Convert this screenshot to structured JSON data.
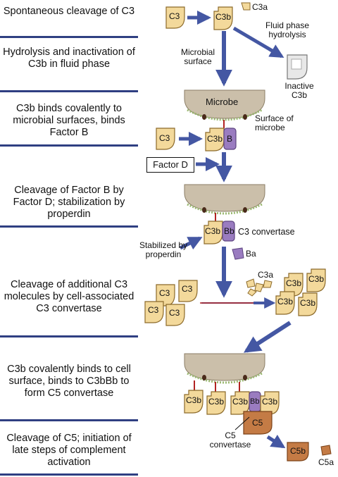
{
  "steps": [
    "Spontaneous cleavage of C3",
    "Hydrolysis and inactivation of C3b in fluid phase",
    "C3b binds covalently to microbial surfaces, binds Factor B",
    "Cleavage of Factor B by Factor D; stabilization by properdin",
    "Cleavage of additional C3 molecules by cell-associated C3 convertase",
    "C3b covalently binds to cell surface, binds to C3bBb to form C5 convertase",
    "Cleavage of C5; initiation of late steps of complement activation"
  ],
  "labels": {
    "c3": "C3",
    "c3b": "C3b",
    "c3a": "C3a",
    "b": "B",
    "bb": "Bb",
    "ba": "Ba",
    "c5": "C5",
    "c5b": "C5b",
    "c5a": "C5a",
    "fluid_phase": "Fluid phase hydrolysis",
    "microbial_surface": "Microbial surface",
    "inactive": "Inactive C3b",
    "microbe": "Microbe",
    "surface_of_microbe": "Surface of microbe",
    "factor_d": "Factor D",
    "c3_convertase": "C3 convertase",
    "stabilized": "Stabilized by properdin",
    "c5_convertase": "C5 convertase"
  },
  "colors": {
    "arrow": "#4457a3",
    "c3_fill": "#f3d99b",
    "c3_stroke": "#8c6a2a",
    "factor_b": "#9a7cc0",
    "c5_fill": "#c47b45",
    "microbe": "#cbbfaa",
    "divider": "#2f3f82"
  }
}
